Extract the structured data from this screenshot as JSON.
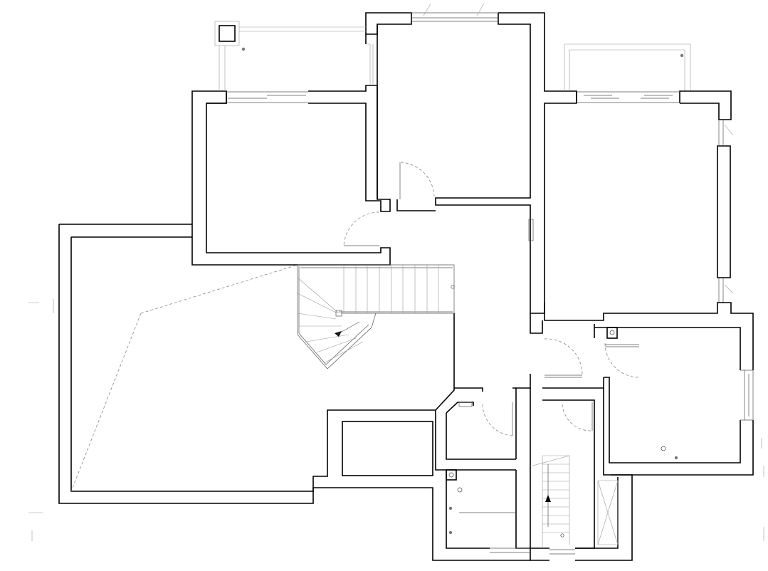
{
  "drawing": {
    "kind": "architectural floor plan",
    "line_color": "#000000",
    "background": "#ffffff"
  },
  "rooms": [
    {
      "id": "large-open-area"
    },
    {
      "id": "upper-left-room"
    },
    {
      "id": "upper-middle-room"
    },
    {
      "id": "upper-right-room"
    },
    {
      "id": "right-middle-room"
    },
    {
      "id": "central-hall"
    },
    {
      "id": "small-left-room"
    },
    {
      "id": "closet-room"
    },
    {
      "id": "wc-room"
    },
    {
      "id": "lower-stair-room"
    },
    {
      "id": "upper-left-balcony"
    },
    {
      "id": "upper-right-balcony"
    }
  ],
  "stairs": [
    {
      "id": "main-stair",
      "arrow": "down"
    },
    {
      "id": "lower-stair",
      "arrow": "up"
    }
  ]
}
